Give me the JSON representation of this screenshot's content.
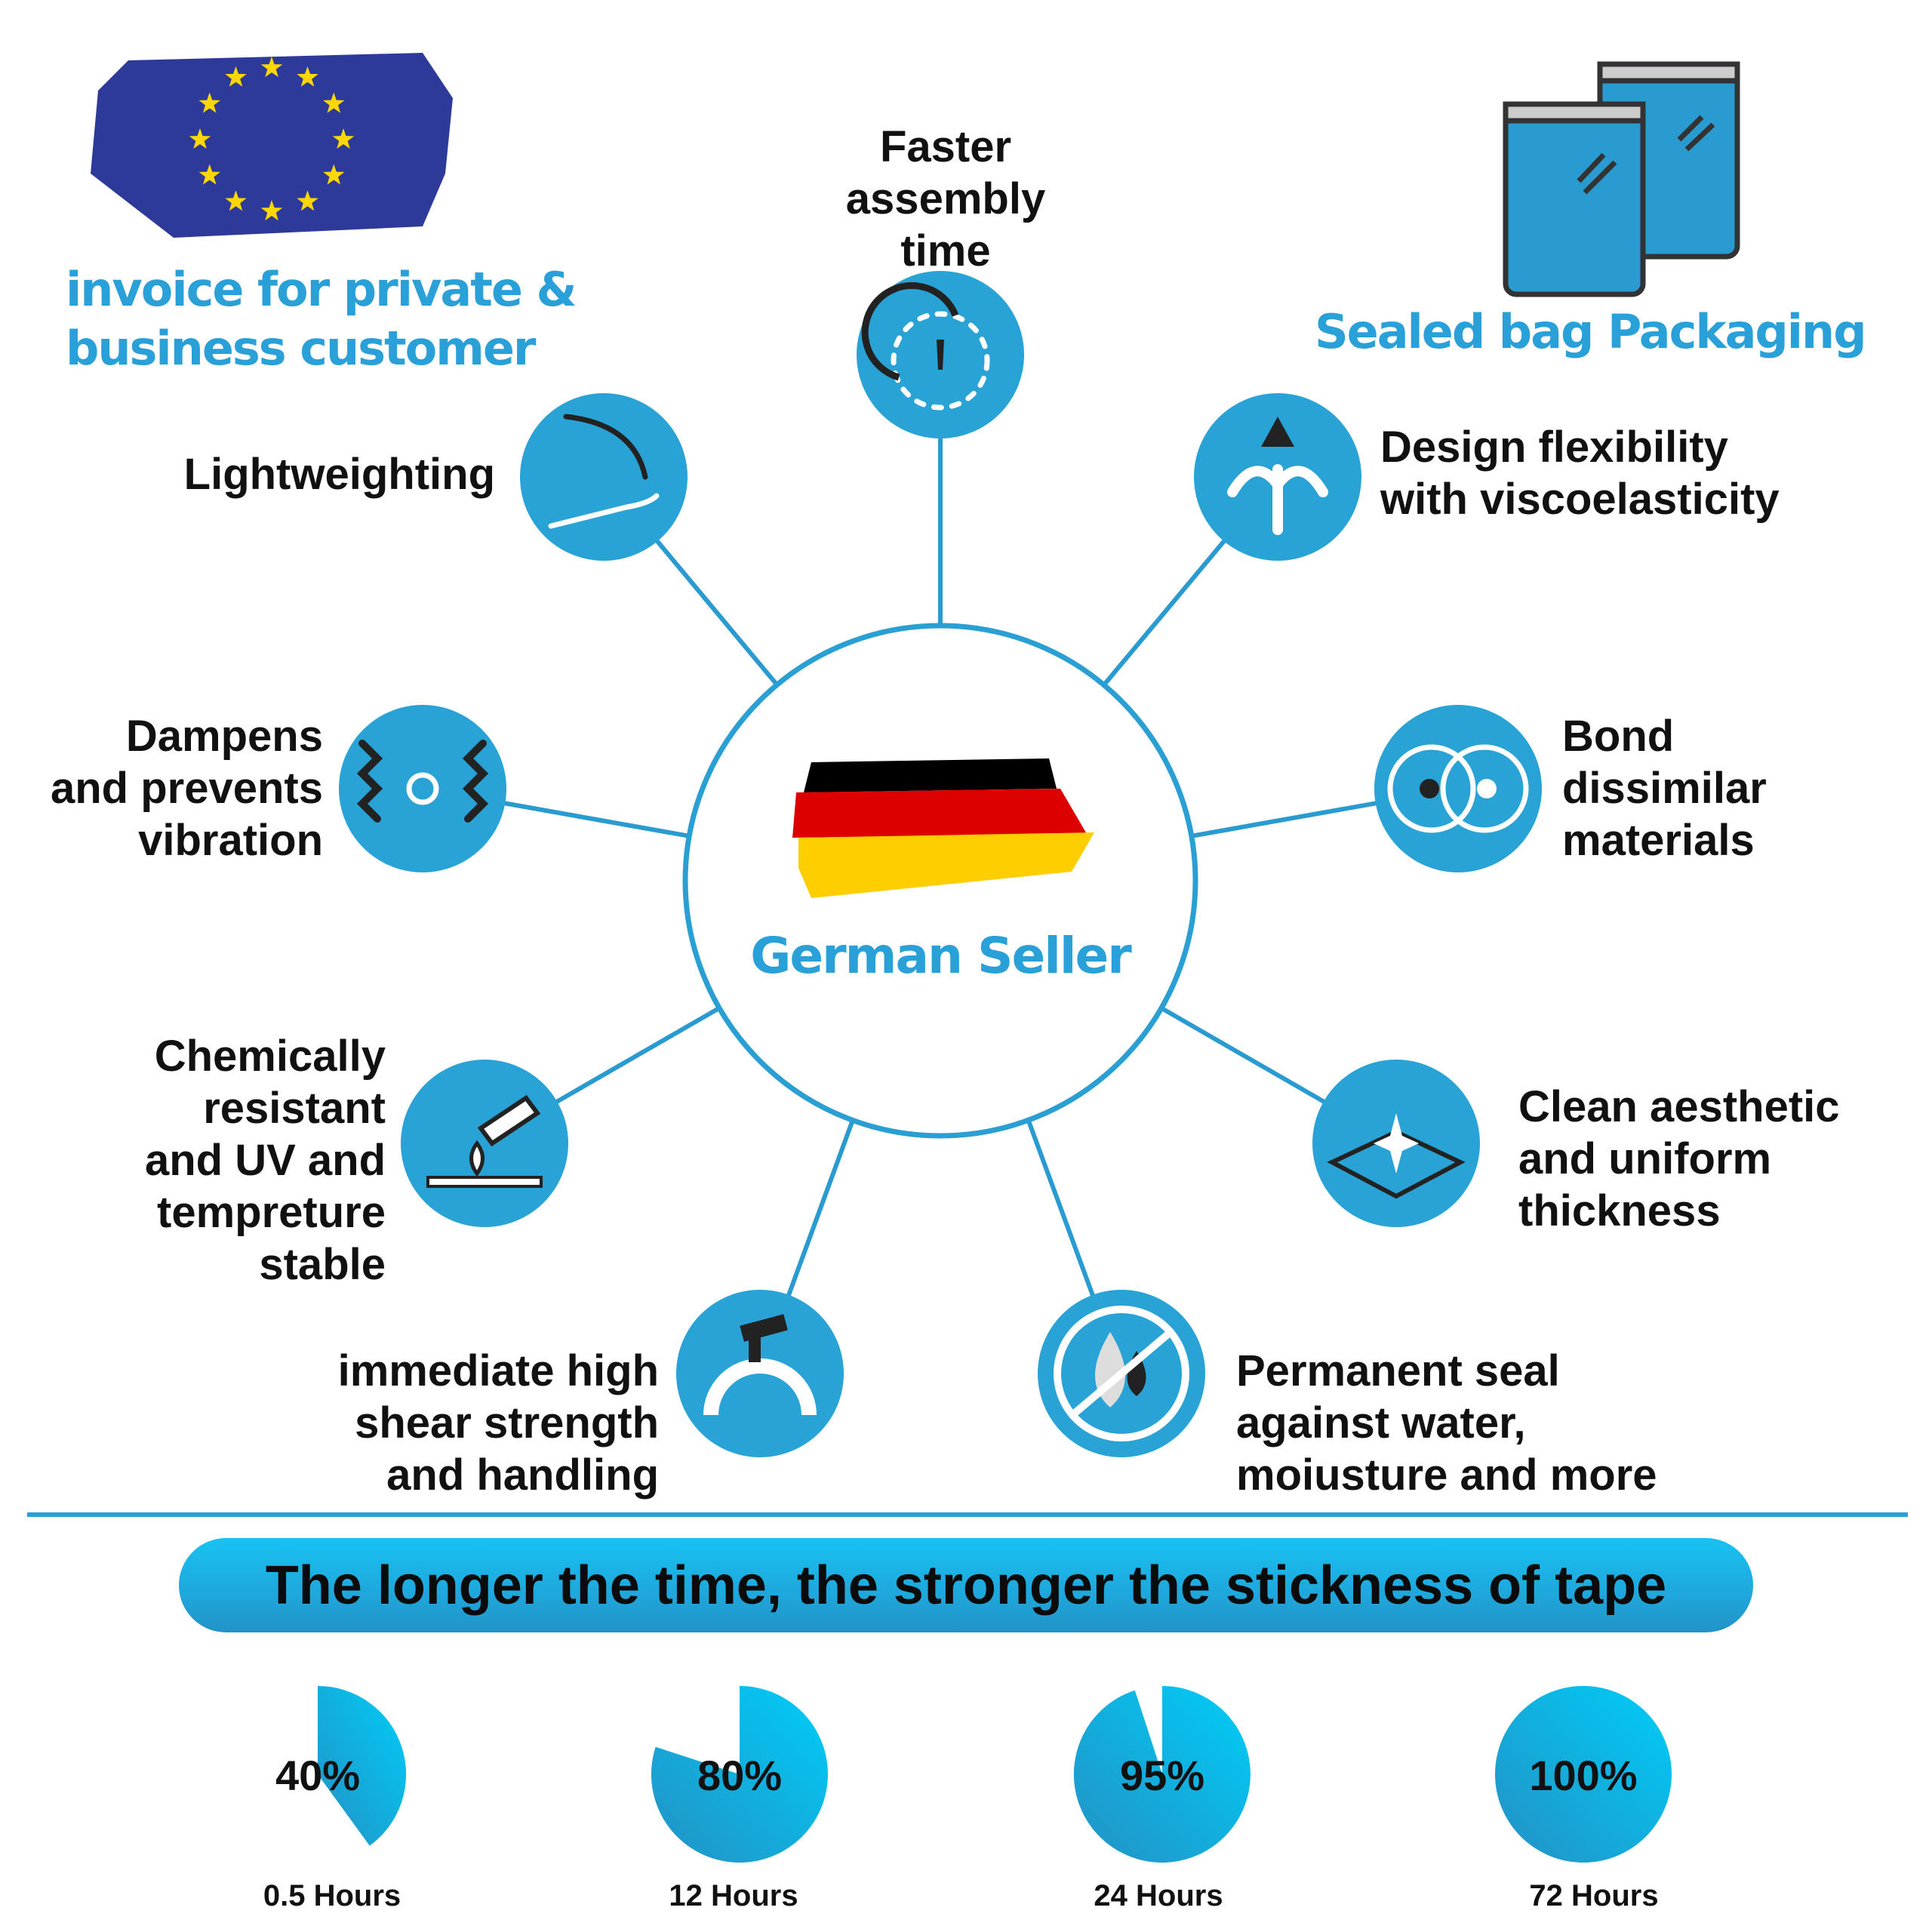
{
  "colors": {
    "accent": "#29a3d6",
    "text": "#111111",
    "pie_light": "#00c8f5",
    "pie_dark": "#2291c6"
  },
  "top_left": {
    "line1": "invoice for private &",
    "line2": "business customer"
  },
  "top_right": {
    "label": "Sealed bag Packaging"
  },
  "center": {
    "label": "German Seller"
  },
  "features": {
    "assembly": [
      "Faster",
      "assembly",
      "time"
    ],
    "lightweighting": [
      "Lightweighting"
    ],
    "design": [
      "Design flexibility",
      "with viscoelasticity"
    ],
    "dampens": [
      "Dampens",
      "and prevents",
      "vibration"
    ],
    "bond": [
      "Bond",
      "dissimilar",
      "materials"
    ],
    "chemical": [
      "Chemically",
      "resistant",
      "and UV and",
      "tempreture",
      "stable"
    ],
    "clean": [
      "Clean aesthetic",
      "and uniform",
      "thickness"
    ],
    "shear": [
      "immediate high",
      "shear strength",
      "and handling"
    ],
    "water": [
      "Permanent seal",
      "against water,",
      "moiusture and more"
    ]
  },
  "banner": {
    "text": "The longer the time, the stronger the stickness of tape"
  },
  "chart_data": {
    "type": "pie",
    "title": "The longer the time, the stronger the stickness of tape",
    "categories": [
      "0.5 Hours",
      "12 Hours",
      "24 Hours",
      "72 Hours"
    ],
    "values": [
      40,
      80,
      95,
      100
    ],
    "value_labels": [
      "40%",
      "80%",
      "95%",
      "100%"
    ],
    "unit": "percent"
  }
}
